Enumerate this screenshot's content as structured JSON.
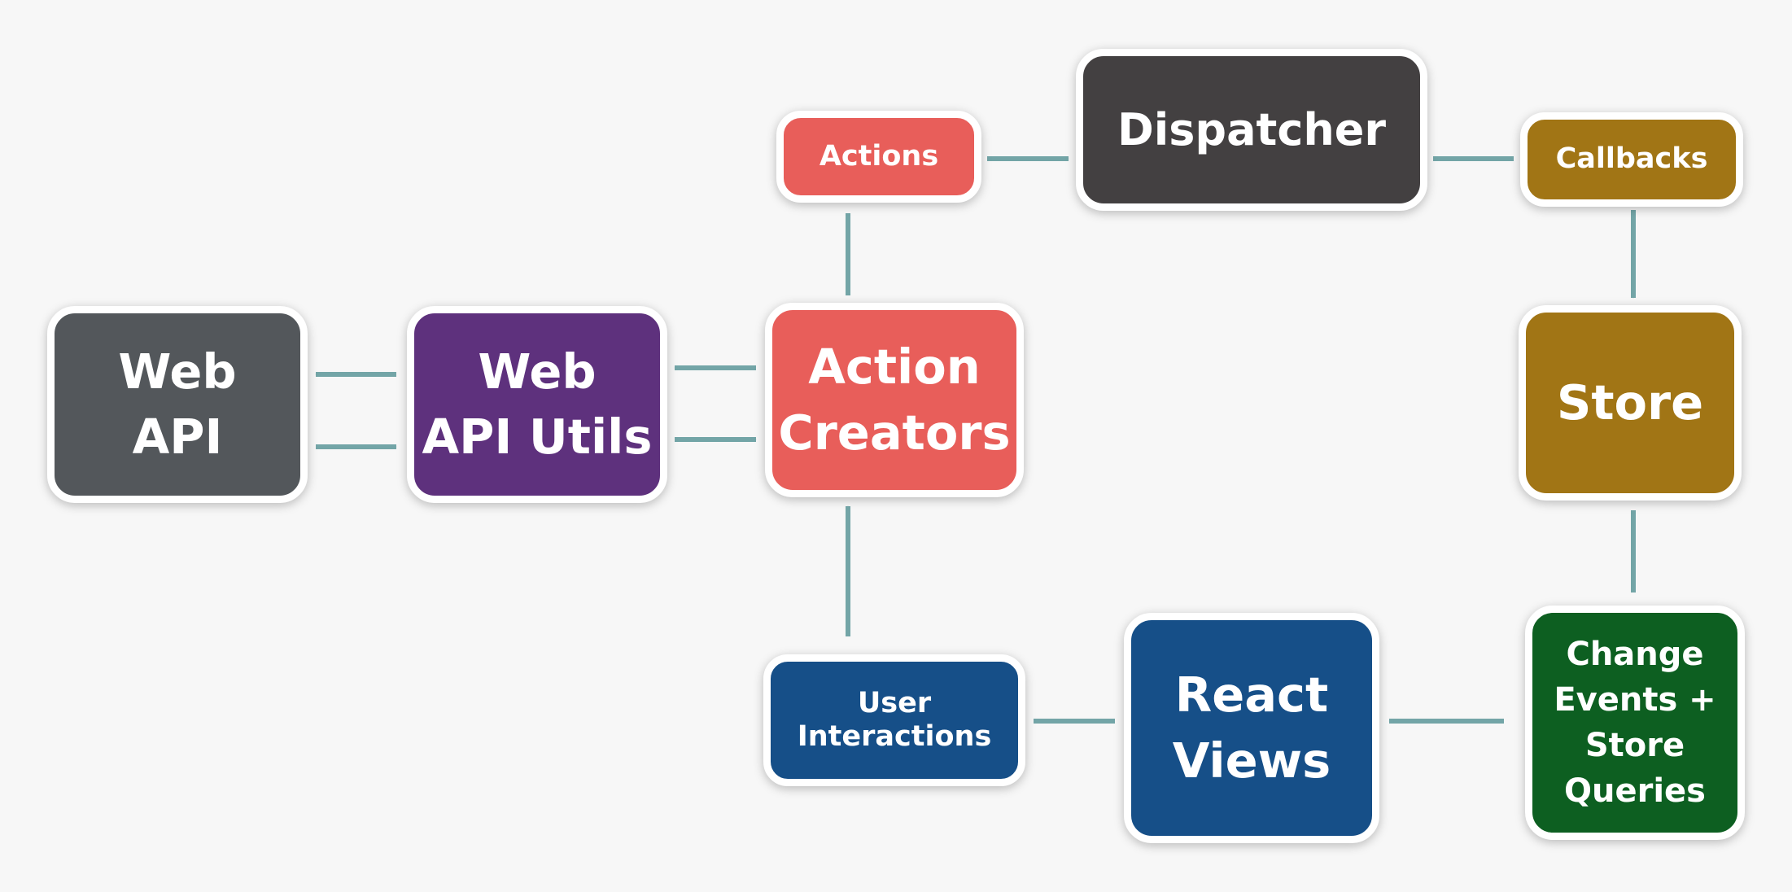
{
  "colors": {
    "background": "#f7f7f7",
    "connector": "#73a5a7",
    "node_border": "#ffffff",
    "dispatcher": "#434041",
    "actions": "#e85e5a",
    "callbacks": "#a17515",
    "web_api": "#53575b",
    "web_api_utils": "#5e317d",
    "action_creators": "#e85e5a",
    "store": "#a17515",
    "user_interactions": "#164f88",
    "react_views": "#164f88",
    "change_events": "#0d5f21"
  },
  "nodes": {
    "dispatcher": "Dispatcher",
    "actions": "Actions",
    "callbacks": "Callbacks",
    "web_api": "Web\nAPI",
    "web_api_utils": "Web\nAPI Utils",
    "action_creators": "Action\nCreators",
    "store": "Store",
    "user_interactions": "User\nInteractions",
    "react_views": "React\nViews",
    "change_events": "Change\nEvents +\nStore\nQueries"
  }
}
